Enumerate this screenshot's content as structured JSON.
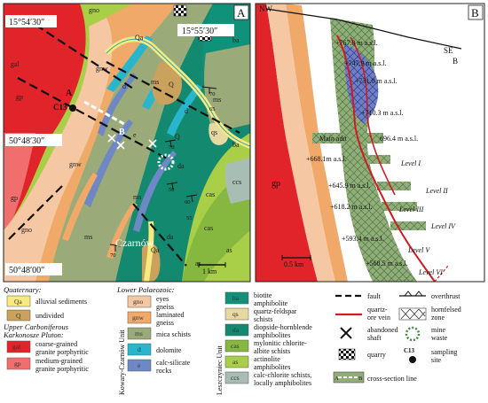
{
  "panel_labels": {
    "map": "A",
    "section": "B"
  },
  "map": {
    "coords": {
      "top_left": "15°54′30″",
      "top_right": "15°55′30″",
      "lat_mid": "50°48′30″",
      "lat_bottom": "50°48′00″"
    },
    "town": "Czarnów",
    "scale_text": "1 km",
    "sample_id": "C13",
    "profile_ends": {
      "a": "A",
      "b": "B"
    },
    "dip_values": [
      "70",
      "65",
      "70",
      "50",
      "60",
      "55",
      "70"
    ],
    "unit_codes": {
      "gal": "gal",
      "gp": "gp",
      "gno": "gno",
      "gnw": "gnw",
      "ms": "ms",
      "d": "d",
      "e": "e",
      "ba": "ba",
      "qs": "qs",
      "da": "da",
      "cas": "cas",
      "as": "as",
      "ccs": "ccs",
      "Qa": "Qa",
      "Q": "Q"
    }
  },
  "section": {
    "nw": "NW",
    "se": "SE",
    "b": "B",
    "gp": "gp",
    "main_adit": "Main adit",
    "scale": "0.5 km",
    "elevations": [
      "+767.0 m a.s.l.",
      "+747.9 m a.s.l.",
      "+731.0 m a.s.l.",
      "+710.3 m a.s.l.",
      "696.4 m a.s.l.",
      "+668.1m a.s.l.",
      "+645.9 m a.s.l.",
      "+618.2 m a.s.l.",
      "+593.4 m a.s.l.",
      "+568.5 m a.s.l."
    ],
    "levels": [
      "Level I",
      "Level II",
      "Level III",
      "Level IV",
      "Level V",
      "Level VI"
    ]
  },
  "legend": {
    "quaternary_title": "Quaternary:",
    "qa_code": "Qa",
    "qa_label": "alluvial sediments",
    "q_code": "Q",
    "q_label": "undivided",
    "carb_title_1": "Upper Carboniferous",
    "carb_title_2": "Karkonosze Pluton:",
    "gal_code": "gal",
    "gal_label_1": "coarse-grained",
    "gal_label_2": "granite porphyritic",
    "gp_code": "gp",
    "gp_label_1": "medium-grained",
    "gp_label_2": "granite porphyritic",
    "lower_pal_title": "Lower Palaeozoic:",
    "unit_kowary": "Kowary-Czarnów Unit",
    "gno_code": "gno",
    "gno_label_1": "eyes",
    "gno_label_2": "gneiss",
    "gnw_code": "gnw",
    "gnw_label_1": "laminated",
    "gnw_label_2": "gneiss",
    "ms_code": "ms",
    "ms_label": "mica schists",
    "d_code": "d",
    "d_label": "dolomite",
    "e_code": "e",
    "e_label_1": "calc-silicate",
    "e_label_2": "rocks",
    "unit_leszczyniec": "Leszczyniec Unit",
    "ba_code": "ba",
    "ba_label_1": "biotite",
    "ba_label_2": "amphibolite",
    "qs_code": "qs",
    "qs_label_1": "quartz-feldspar",
    "qs_label_2": "schists",
    "da_code": "da",
    "da_label_1": "diopside-hornblende",
    "da_label_2": "amphibolites",
    "cas_code": "cas",
    "cas_label_1": "mylonitic chlorite-",
    "cas_label_2": "albite schists",
    "as_code": "as",
    "as_label_1": "actinolite",
    "as_label_2": "amphibolites",
    "ccs_code": "ccs",
    "ccs_label_1": "calc-chlorite schists,",
    "ccs_label_2": "locally amphibolites",
    "fault": "fault",
    "overthrust": "overthrust",
    "vein_1": "quartz-",
    "vein_2": "ore vein",
    "hornfels_1": "hornfelsed",
    "hornfels_2": "zone",
    "shaft_1": "abandoned",
    "shaft_2": "shaft",
    "waste_1": "mine",
    "waste_2": "waste",
    "quarry": "quarry",
    "sampling_code": "C13",
    "sampling_1": "sampling",
    "sampling_2": "site",
    "section_line": "cross-section line",
    "section_line_a": "A",
    "section_line_b": "B"
  },
  "colors": {
    "gal": "#e0242a",
    "gp": "#f06e6e",
    "gno": "#f5c7a2",
    "gnw": "#f1a96a",
    "ms": "#9aaa79",
    "d": "#29b6cc",
    "e": "#6d88c4",
    "ba": "#10917a",
    "qs": "#e7d9a2",
    "da": "#138a6f",
    "cas": "#86b73e",
    "as": "#a9cf49",
    "ccs": "#a8bdb3",
    "qa": "#f7ea80",
    "q": "#caa25e"
  }
}
